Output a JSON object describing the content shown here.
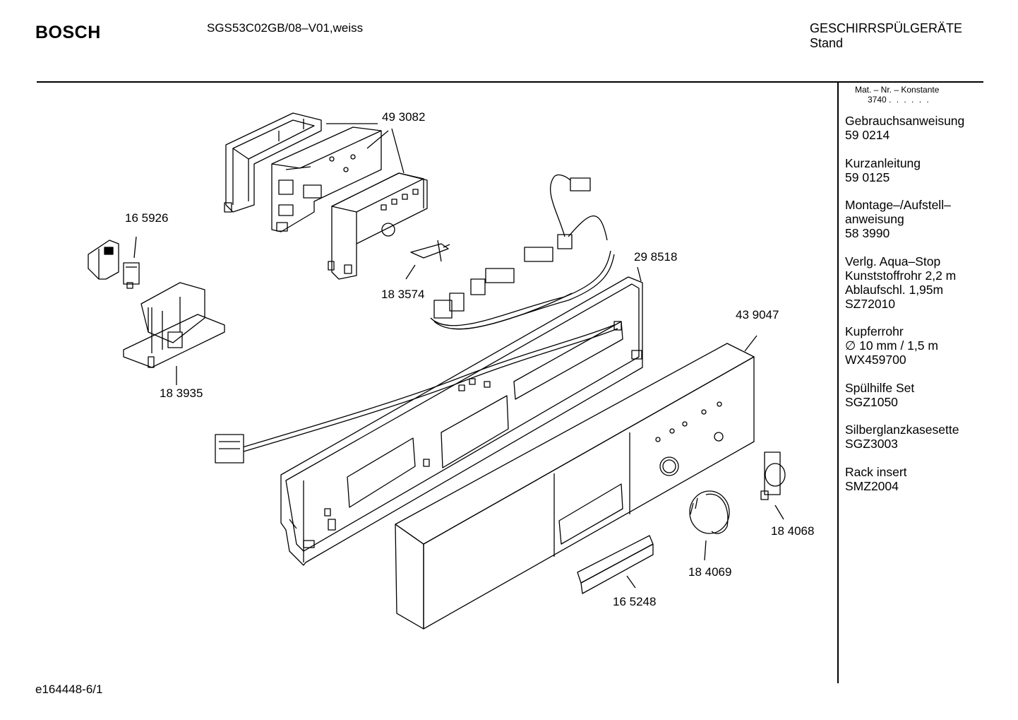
{
  "header": {
    "brand": "BOSCH",
    "model": "SGS53C02GB/08–V01,weiss",
    "category": "GESCHIRRSPÜLGERÄTE",
    "subcategory": "Stand"
  },
  "sidebar": {
    "matnr_title": "Mat. – Nr. – Konstante",
    "matnr_value": "3740",
    "matnr_dots": ". . . . . .",
    "items": [
      {
        "lines": [
          "Gebrauchsanweisung",
          "59 0214"
        ]
      },
      {
        "lines": [
          "Kurzanleitung",
          "59 0125"
        ]
      },
      {
        "lines": [
          "Montage–/Aufstell–",
          "anweisung",
          "58 3990"
        ]
      },
      {
        "lines": [
          "Verlg. Aqua–Stop",
          "Kunststoffrohr 2,2 m",
          "Ablaufschl. 1,95m",
          "SZ72010"
        ]
      },
      {
        "lines": [
          "Kupferrohr",
          "∅ 10 mm / 1,5 m",
          "WX459700"
        ]
      },
      {
        "lines": [
          "Spülhilfe Set",
          "SGZ1050"
        ]
      },
      {
        "lines": [
          "Silberglanzkasesette",
          "SGZ3003"
        ]
      },
      {
        "lines": [
          "Rack insert",
          "SMZ2004"
        ]
      }
    ]
  },
  "parts": {
    "p493082": "49 3082",
    "p165926": "16 5926",
    "p183574": "18 3574",
    "p298518": "29 8518",
    "p439047": "43 9047",
    "p183935": "18 3935",
    "p184068": "18 4068",
    "p184069": "18 4069",
    "p165248": "16 5248"
  },
  "footer": {
    "drawing_code": "e164448-6/1"
  }
}
